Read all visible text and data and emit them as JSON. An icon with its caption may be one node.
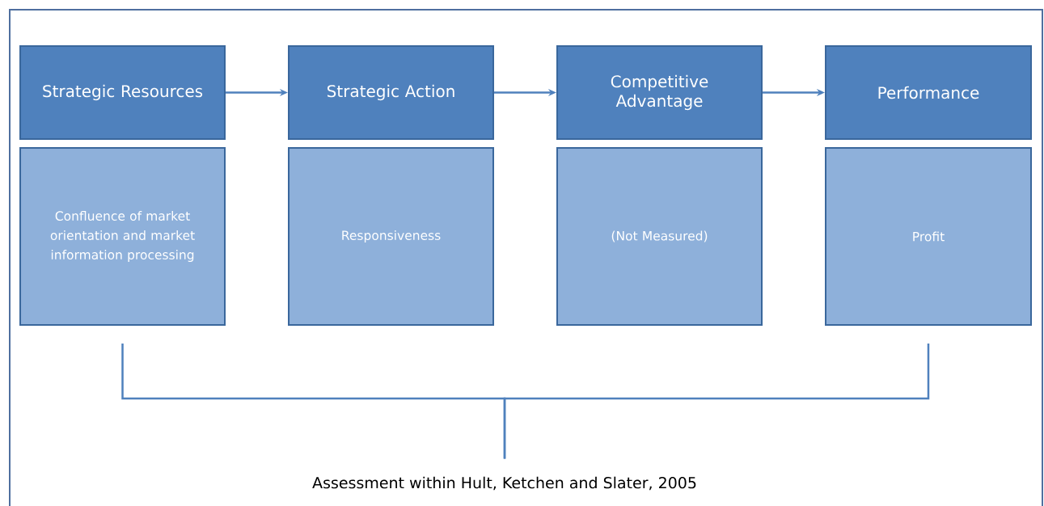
{
  "diagram": {
    "nodes": [
      {
        "text": [
          "Strategic Resources"
        ]
      },
      {
        "text": [
          "Confluence of market orientation and market information processing"
        ]
      },
      {
        "text": [
          "Strategic Action"
        ]
      },
      {
        "text": [
          "Responsiveness"
        ]
      },
      {
        "text": [
          "Competitive Advantage"
        ]
      },
      {
        "text": [
          "(Not Measured)"
        ]
      },
      {
        "text": [
          "Performance"
        ]
      },
      {
        "text": [
          "Profit"
        ]
      },
      {
        "text": [
          "Assessment within Hult, Ketchen and Slater, 2005"
        ]
      }
    ],
    "edges": [
      {
        "from": 0,
        "to": 2,
        "arrow": "to"
      },
      {
        "from": 2,
        "to": 4,
        "arrow": "to"
      },
      {
        "from": 4,
        "to": 6,
        "arrow": "to"
      },
      {
        "from": 1,
        "to": 8,
        "arrow": "none"
      },
      {
        "from": 7,
        "to": 8,
        "arrow": "none"
      }
    ]
  }
}
